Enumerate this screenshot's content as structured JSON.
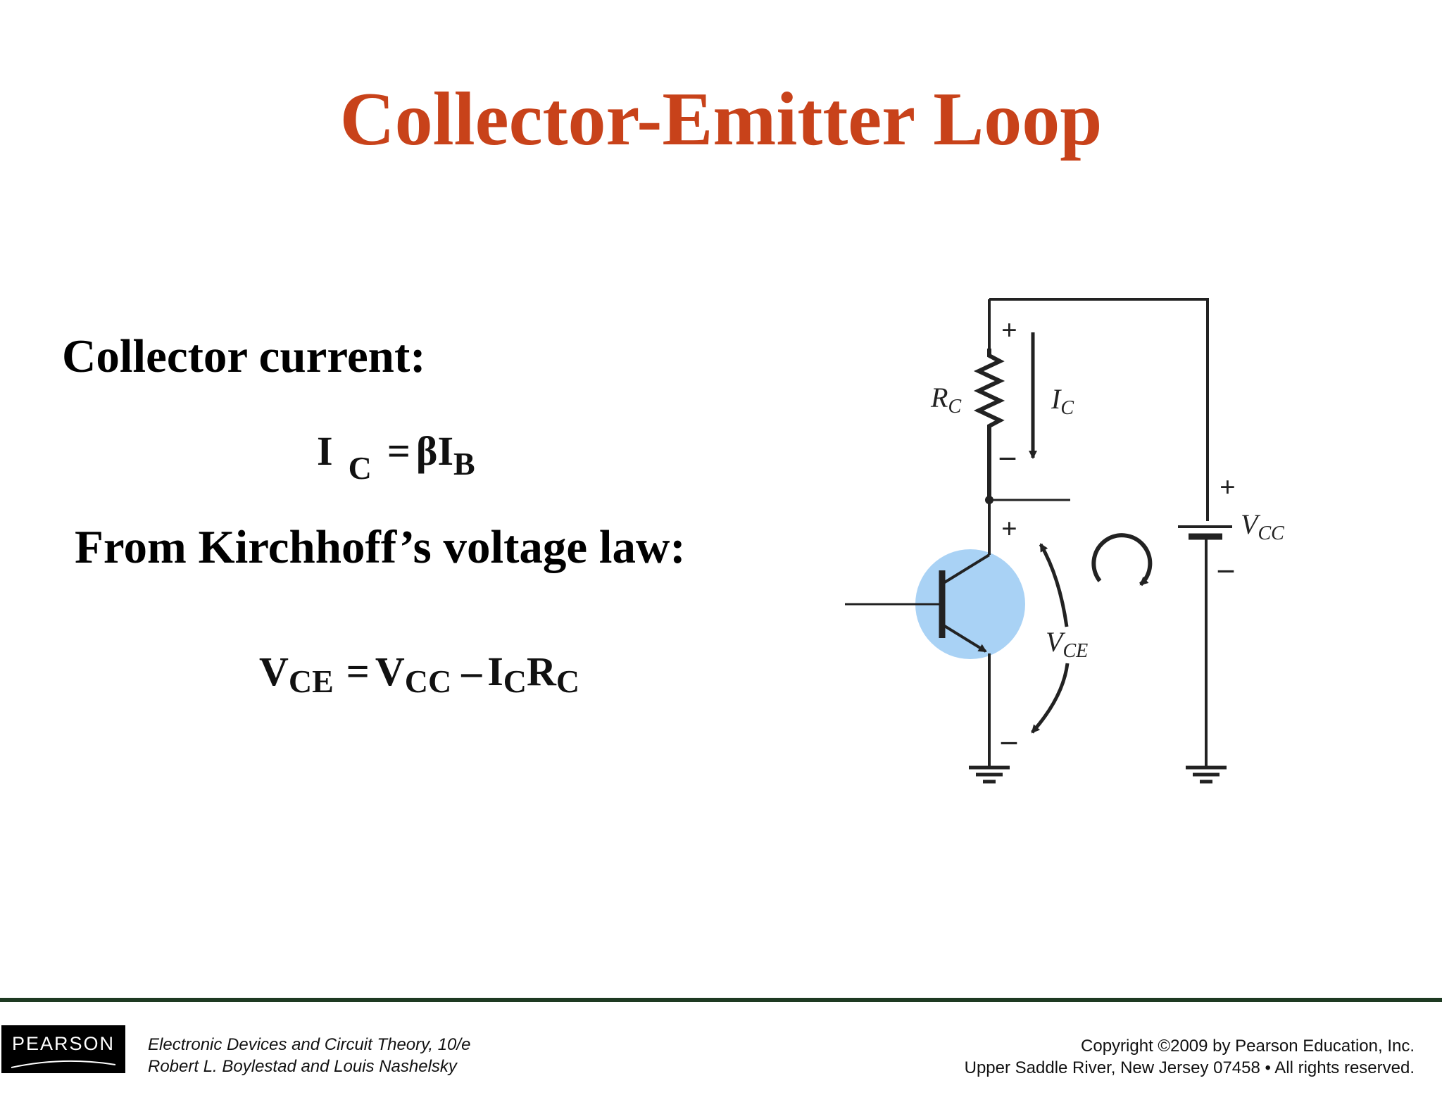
{
  "slide": {
    "title": "Collector-Emitter Loop",
    "collector_heading": "Collector current:",
    "kvl_heading": "From Kirchhoff’s voltage law:"
  },
  "equation1": {
    "lhs": "I",
    "lhs_sub": "C",
    "equals": "=",
    "beta": "β",
    "rhs": "I",
    "rhs_sub": "B"
  },
  "equation2": {
    "v": "V",
    "v_sub": "CE",
    "equals": "=",
    "vcc": "V",
    "vcc_sub": "CC",
    "minus": "–",
    "i": "I",
    "i_sub": "C",
    "r": "R",
    "r_sub": "C"
  },
  "circuit": {
    "rc_label": "R",
    "rc_sub": "C",
    "ic_label": "I",
    "ic_sub": "C",
    "vcc_label": "V",
    "vcc_sub": "CC",
    "vce_label": "V",
    "vce_sub": "CE",
    "plus": "+",
    "minus": "–",
    "transistor_highlight_color": "#a9d2f5",
    "wire_color": "#222222"
  },
  "footer": {
    "publisher_logo": "PEARSON",
    "book_title": "Electronic Devices and Circuit Theory, 10/e",
    "authors": "Robert L. Boylestad and Louis Nashelsky",
    "copyright": "Copyright ©2009 by Pearson Education, Inc.",
    "address": "Upper Saddle River, New Jersey 07458 • All rights reserved."
  }
}
